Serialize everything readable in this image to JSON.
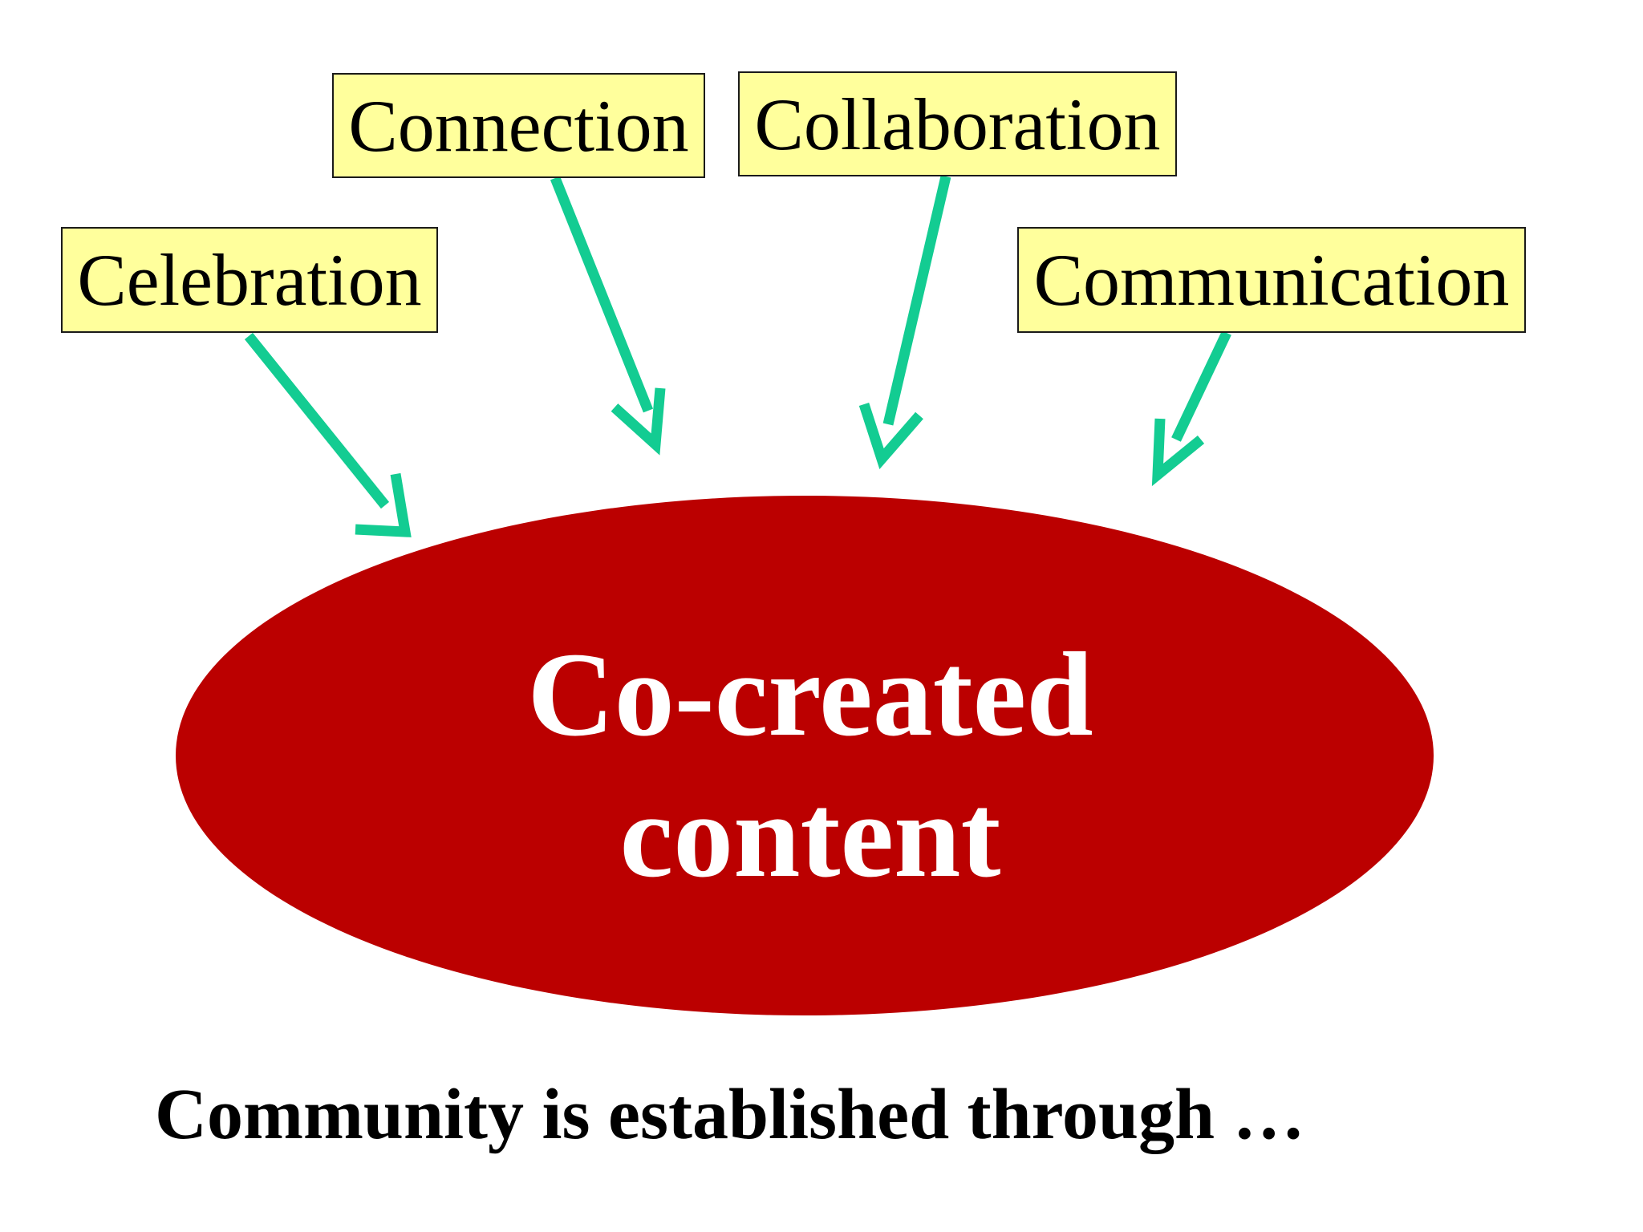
{
  "labels": {
    "connection": "Connection",
    "collaboration": "Collaboration",
    "celebration": "Celebration",
    "communication": "Communication"
  },
  "center": {
    "line1": "Co-created",
    "line2": "content"
  },
  "caption": "Community is established through …",
  "colors": {
    "box_fill": "#ffff9c",
    "arrow": "#13cc92",
    "ellipse": "#bb0000",
    "center_text": "#ffffff"
  }
}
